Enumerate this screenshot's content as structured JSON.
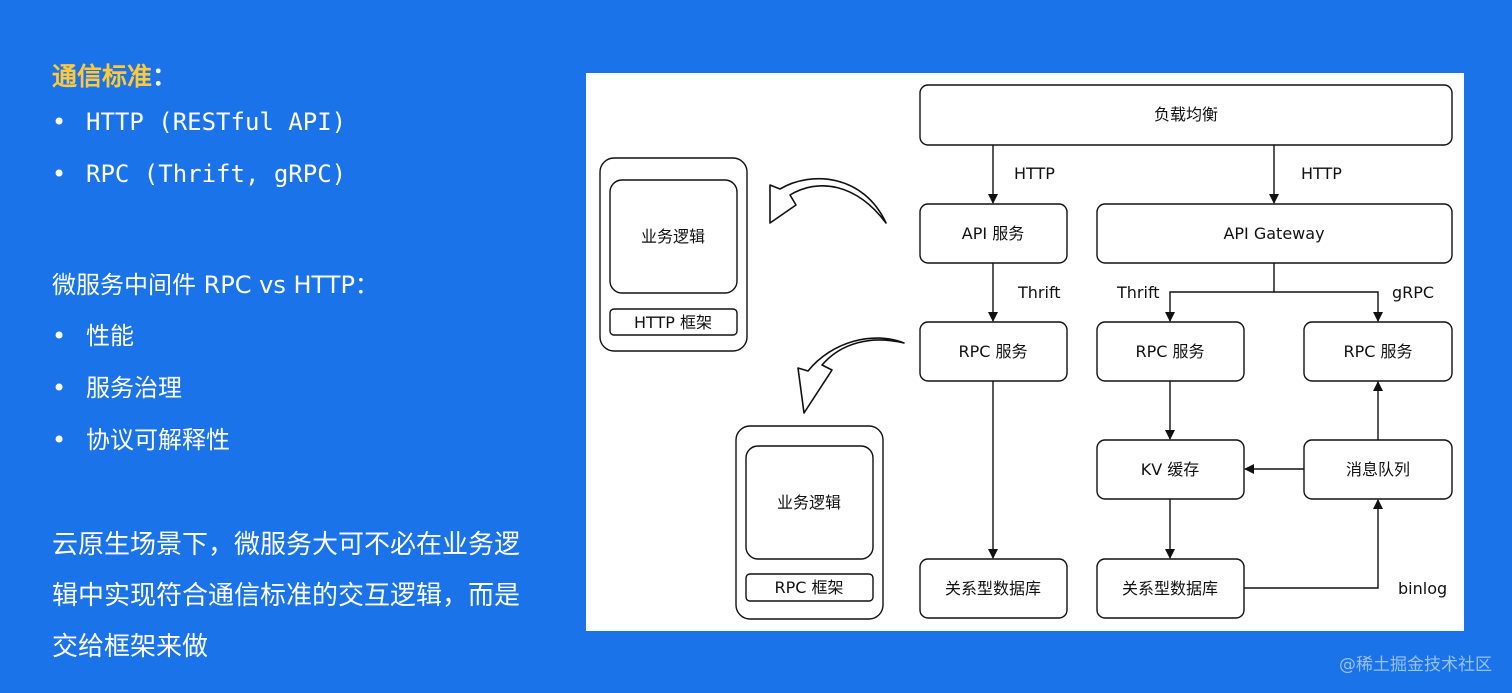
{
  "left": {
    "title_accent": "通信标准",
    "title_colon": "：",
    "standards": [
      "HTTP (RESTful API)",
      "RPC (Thrift, gRPC)"
    ],
    "compare_heading": "微服务中间件 RPC vs HTTP：",
    "compare_items": [
      "性能",
      "服务治理",
      "协议可解释性"
    ],
    "paragraph": "云原生场景下，微服务大可不必在业务逻辑中实现符合通信标准的交互逻辑，而是交给框架来做",
    "bullet_char": "•"
  },
  "diagram": {
    "load_balancer": "负载均衡",
    "http_label_left": "HTTP",
    "http_label_right": "HTTP",
    "api_service": "API 服务",
    "api_gateway": "API Gateway",
    "thrift_label_left": "Thrift",
    "thrift_label_right": "Thrift",
    "grpc_label": "gRPC",
    "rpc_service_1": "RPC 服务",
    "rpc_service_2": "RPC 服务",
    "rpc_service_3": "RPC 服务",
    "kv_cache": "KV 缓存",
    "message_queue": "消息队列",
    "rdb_left": "关系型数据库",
    "rdb_right": "关系型数据库",
    "binlog_label": "binlog",
    "http_box_logic": "业务逻辑",
    "http_box_framework": "HTTP 框架",
    "rpc_box_logic": "业务逻辑",
    "rpc_box_framework": "RPC 框架",
    "stroke_color": "#111111"
  },
  "watermark": "@稀土掘金技术社区",
  "colors": {
    "background": "#1a73e8",
    "accent": "#ffc83d",
    "text": "#ffffff"
  }
}
